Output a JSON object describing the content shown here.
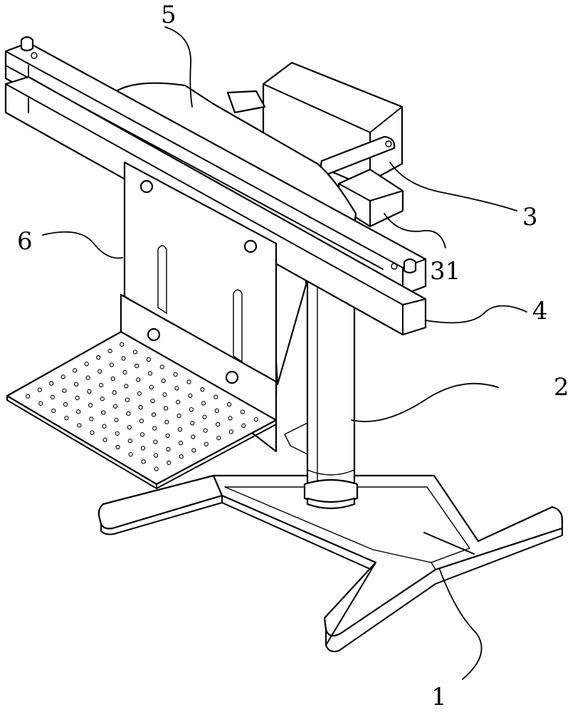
{
  "figure": {
    "callouts": [
      {
        "id": "label-1",
        "text": "1"
      },
      {
        "id": "label-2",
        "text": "2"
      },
      {
        "id": "label-3",
        "text": "3"
      },
      {
        "id": "label-31",
        "text": "31"
      },
      {
        "id": "label-4",
        "text": "4"
      },
      {
        "id": "label-5",
        "text": "5"
      },
      {
        "id": "label-6",
        "text": "6"
      }
    ]
  },
  "colors": {
    "stroke": "#000000",
    "fill": "#ffffff"
  }
}
